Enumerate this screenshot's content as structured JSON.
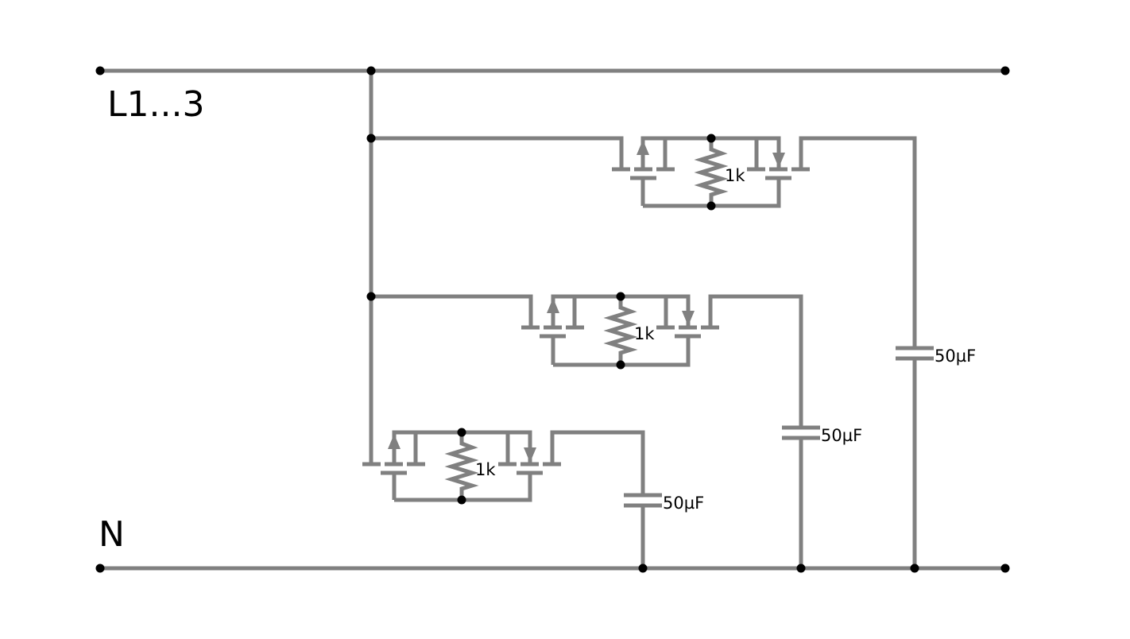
{
  "rails": {
    "line_label": "L1...3",
    "neutral_label": "N"
  },
  "stages": [
    {
      "resistor": "1k",
      "capacitor": "50µF"
    },
    {
      "resistor": "1k",
      "capacitor": "50µF"
    },
    {
      "resistor": "1k",
      "capacitor": "50µF"
    }
  ],
  "colors": {
    "wire": "#808080",
    "junction": "#000000",
    "text": "#000000",
    "background": "#ffffff"
  }
}
